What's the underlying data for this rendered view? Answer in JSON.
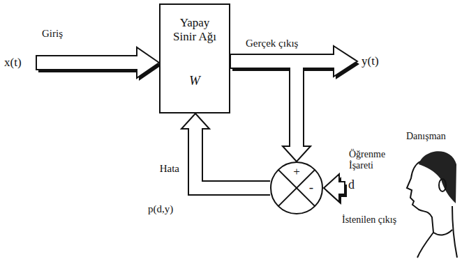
{
  "diagram": {
    "nodes": [
      {
        "text": [
          "Yapay Sinir Ağı",
          "W"
        ]
      },
      {
        "text": [
          "+",
          "-"
        ]
      }
    ],
    "edges": [
      {
        "from": 0,
        "to": 1,
        "arrow": "to"
      },
      {
        "from": 1,
        "to": 0,
        "arrow": "to",
        "label": "Hata"
      }
    ],
    "labels": [
      "Giriş",
      "x(t)",
      "Gerçek çıkış",
      "y(t)",
      "Öğrenme İşareti",
      "d",
      "İstenilen çıkış",
      "p(d,y)",
      "Danışman"
    ]
  }
}
